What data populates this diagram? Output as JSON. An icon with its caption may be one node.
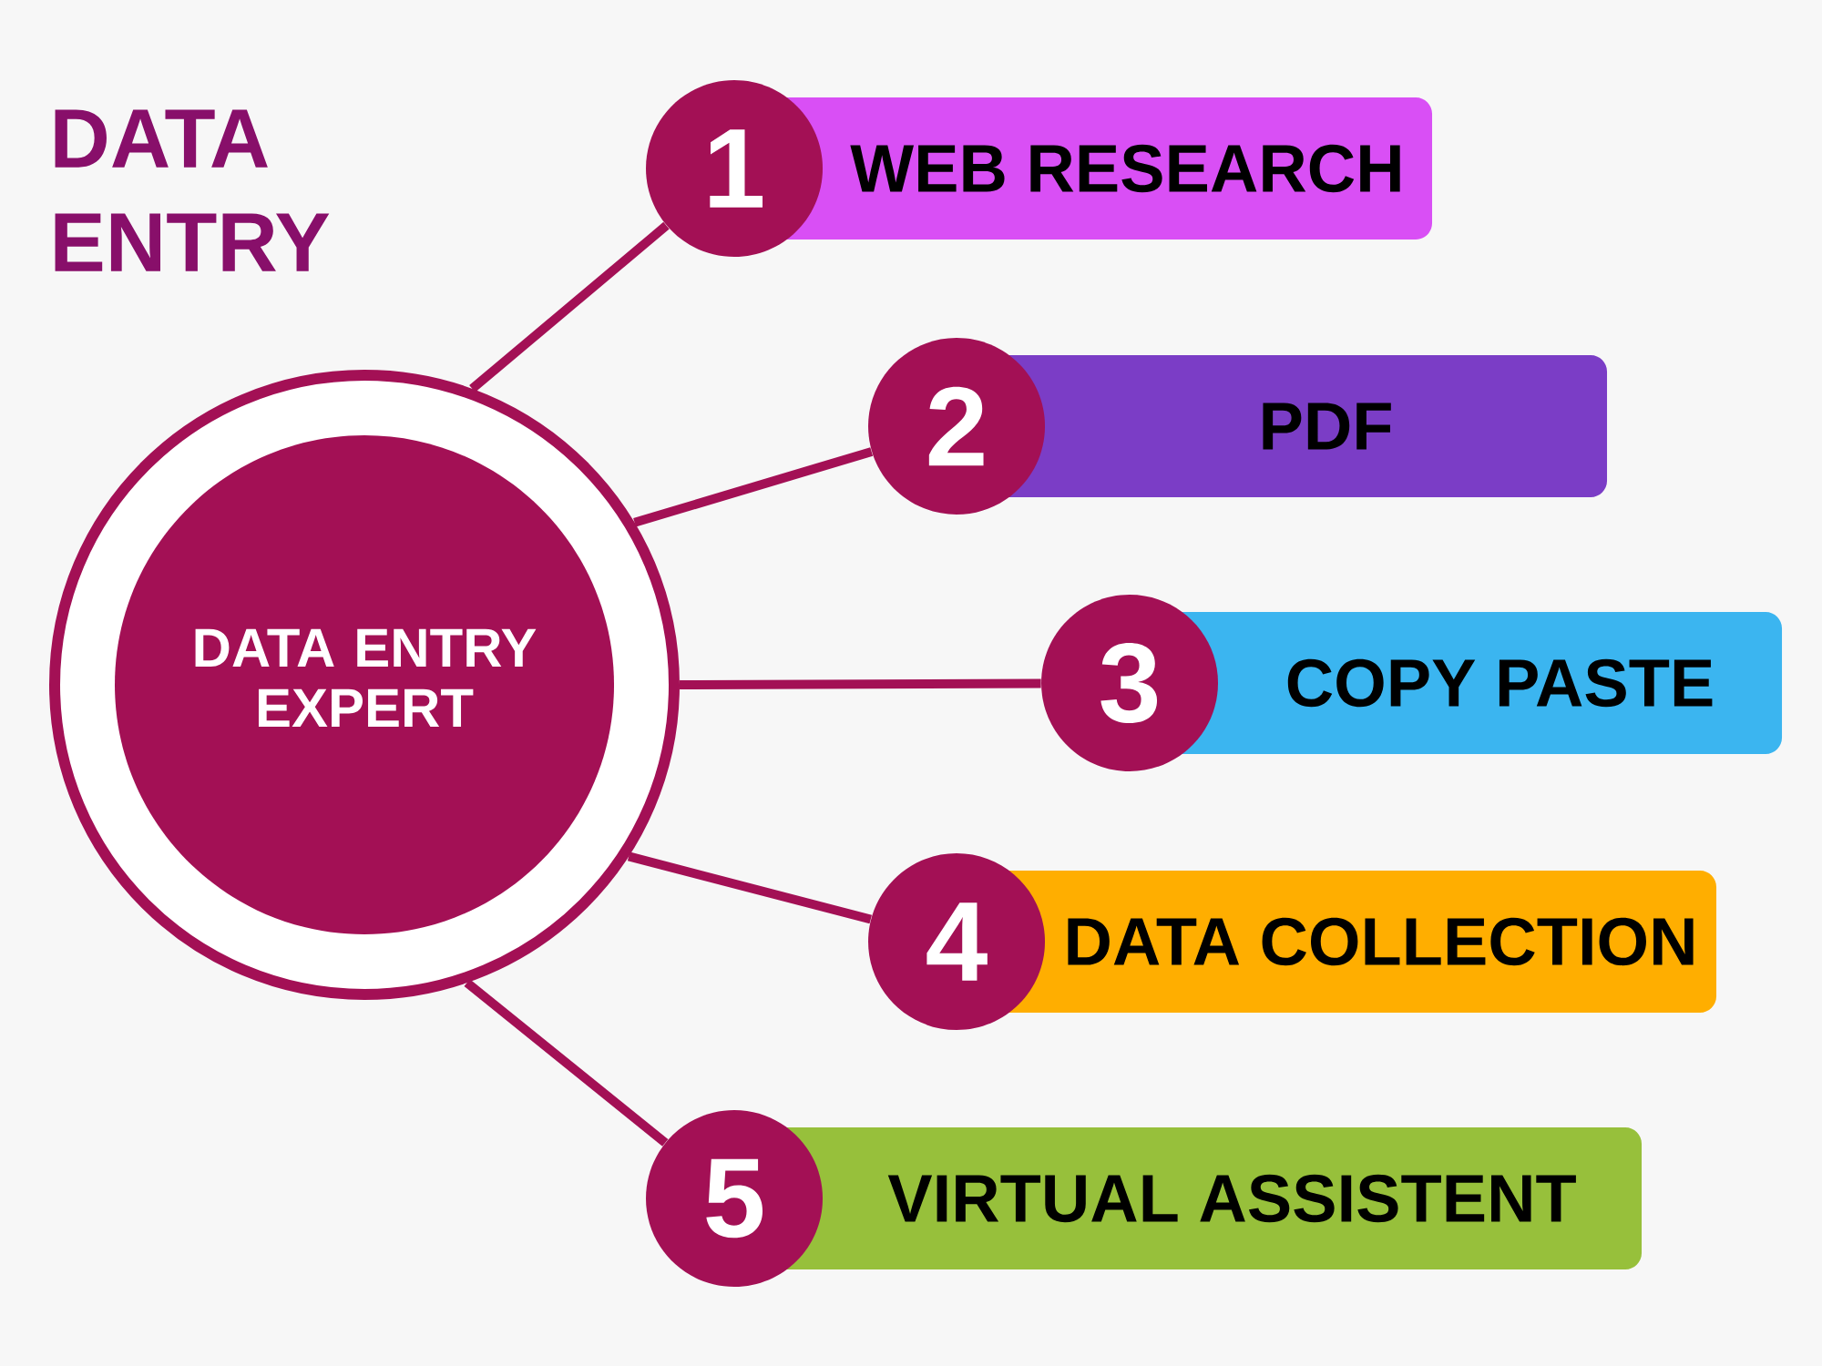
{
  "diagram": {
    "title": "DATA ENTRY",
    "nodes": [
      {
        "text": [],
        "shape": "circle"
      },
      {
        "text": [
          "DATA ENTRY EXPERT"
        ],
        "in": 0
      },
      {
        "text": [
          "1"
        ]
      },
      {
        "text": [
          "WEB RESEARCH"
        ]
      },
      {
        "text": [
          "2"
        ]
      },
      {
        "text": [
          "PDF"
        ]
      },
      {
        "text": [
          "3"
        ]
      },
      {
        "text": [
          "COPY PASTE"
        ]
      },
      {
        "text": [
          "4"
        ]
      },
      {
        "text": [
          "DATA COLLECTION"
        ]
      },
      {
        "text": [
          "5"
        ]
      },
      {
        "text": [
          "VIRTUAL ASSISTENT"
        ]
      }
    ],
    "edges": [
      {
        "from": 0,
        "to": 2,
        "arrow": "none"
      },
      {
        "from": 0,
        "to": 4,
        "arrow": "none"
      },
      {
        "from": 0,
        "to": 6,
        "arrow": "none"
      },
      {
        "from": 0,
        "to": 8,
        "arrow": "none"
      },
      {
        "from": 0,
        "to": 10,
        "arrow": "none"
      }
    ]
  }
}
